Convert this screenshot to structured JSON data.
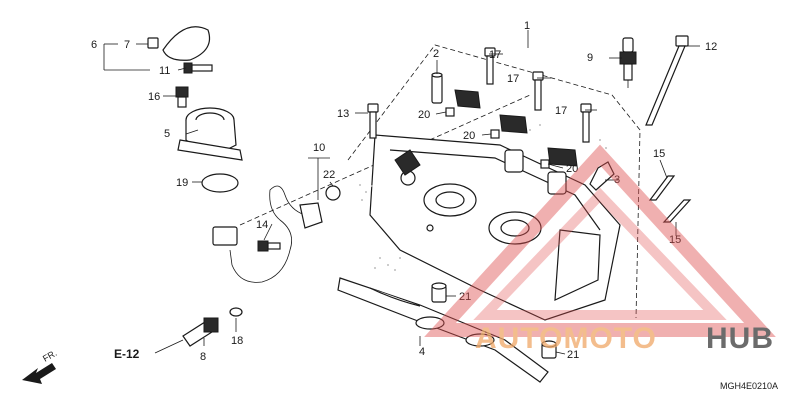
{
  "callouts": {
    "c1": "1",
    "c2": "2",
    "c3": "3",
    "c4": "4",
    "c5": "5",
    "c6": "6",
    "c7": "7",
    "c8": "8",
    "c9": "9",
    "c10": "10",
    "c11": "11",
    "c12": "12",
    "c13": "13",
    "c14": "14",
    "c15a": "15",
    "c15b": "15",
    "c16": "16",
    "c17a": "17",
    "c17b": "17",
    "c17c": "17",
    "c18": "18",
    "c19": "19",
    "c20a": "20",
    "c20b": "20",
    "c20c": "20",
    "c21a": "21",
    "c21b": "21",
    "c22": "22"
  },
  "reference": "E-12",
  "front_marker": "FR.",
  "diagram_code": "MGH4E0210A",
  "watermark": {
    "brand_left": "AUTOMOTO",
    "brand_right": "HUB",
    "color_left": "#f0a868",
    "color_right": "#3a3a3a",
    "triangle_color": "#e05050"
  }
}
